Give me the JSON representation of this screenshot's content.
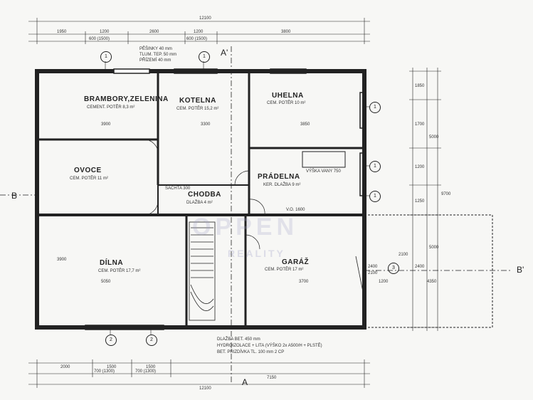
{
  "rooms": {
    "brambory": {
      "name": "BRAMBORY,ZELENINA",
      "floor": "CEMENT. POTĚR 8,3 m²"
    },
    "kotelna": {
      "name": "KOTELNA",
      "floor": "CEM. POTĚR 15,2 m²"
    },
    "uhelna": {
      "name": "UHELNA",
      "floor": "CEM. POTĚR 10 m²"
    },
    "ovoce": {
      "name": "OVOCE",
      "floor": "CEM. POTĚR 11 m²"
    },
    "pradelna": {
      "name": "PRÁDELNA",
      "floor": "KER. DLAŽBA 9 m²"
    },
    "chodba": {
      "name": "CHODBA",
      "floor": "DLAŽBA 4 m²"
    },
    "dilna": {
      "name": "DÍLNA",
      "floor": "CEM. POTĚR 17,7 m²"
    },
    "garaz": {
      "name": "GARÁŽ",
      "floor": "CEM. POTĚR 17 m²"
    }
  },
  "sections": {
    "a_top": "A'",
    "a_bottom": "A",
    "b_left": "B",
    "b_right": "B'"
  },
  "bubbles": [
    "1",
    "2",
    "3"
  ],
  "notes": {
    "top1": "PĚŠINKY 40 mm",
    "top2": "TLUM. TEP. 50 mm",
    "top3": "PŘÍZEMÍ 40 mm",
    "vana": "VÝŠKA VANY 750",
    "sachta": "ŠACHTA 300",
    "vo": "V.O. 1600",
    "bottom1": "DLAŽBA BET. 450 mm",
    "bottom2": "HYDROIZOLACE + LITA (VÝŠKO 2x A500/H + PLSTĚ)",
    "bottom3": "BET. PŘIZDÍVKA TL. 100 mm 2 CP"
  },
  "dims": {
    "top_total": "12100",
    "top_parts": [
      "1950",
      "1200",
      "2600",
      "1200",
      "3800"
    ],
    "top_small": [
      "600 (1500)",
      "600 (1500)"
    ],
    "bottom_total": "12100",
    "bottom_parts": [
      "2000",
      "1500",
      "1500",
      "7150"
    ],
    "bottom_small": [
      "700 (1300)",
      "700 (1300)"
    ],
    "right_total": "9700",
    "right_parts": [
      "1850",
      "1700",
      "1200",
      "1250",
      "2400",
      "5000"
    ],
    "room_dims": [
      "3900",
      "3300",
      "3850",
      "5050",
      "3900",
      "1200",
      "3700",
      "2400",
      "2100",
      "4350",
      "2100",
      "5000"
    ]
  },
  "watermark": {
    "main": "OPPEN",
    "sub": "REALITY"
  }
}
